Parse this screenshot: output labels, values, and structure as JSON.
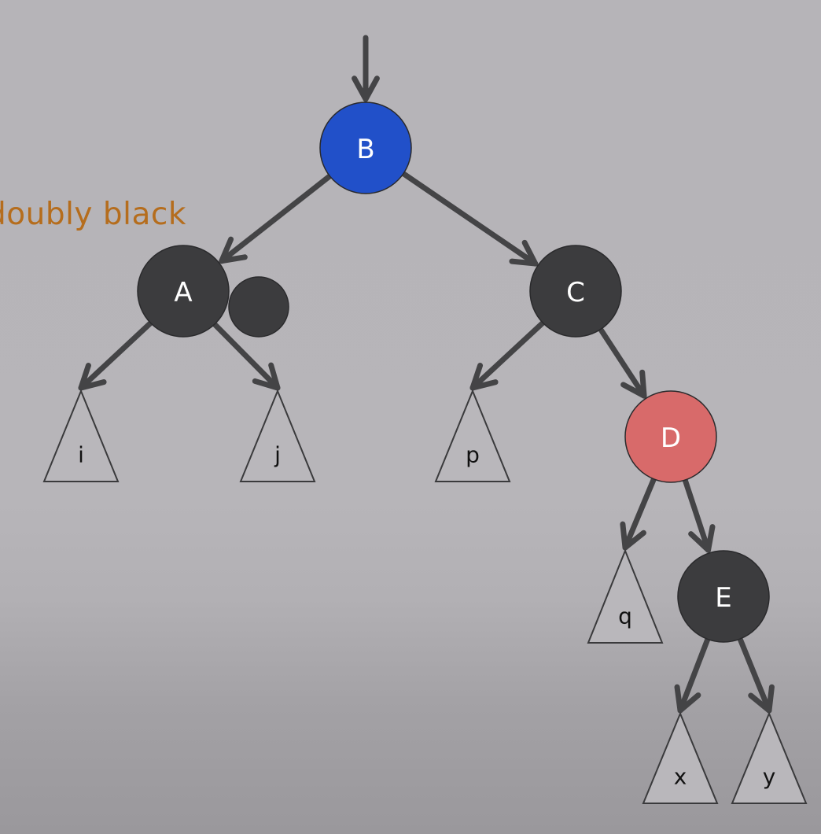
{
  "annotation": "doubly black",
  "colors": {
    "black_node": "#3c3c3e",
    "blue_node": "#2150c9",
    "red_node": "#d86a6a",
    "edge": "#444446",
    "annotation": "#b56d1d"
  },
  "nodes": [
    {
      "id": "B",
      "label": "B",
      "color": "blue"
    },
    {
      "id": "A",
      "label": "A",
      "color": "black",
      "extra_black": true
    },
    {
      "id": "C",
      "label": "C",
      "color": "black"
    },
    {
      "id": "D",
      "label": "D",
      "color": "red"
    },
    {
      "id": "E",
      "label": "E",
      "color": "black"
    }
  ],
  "subtrees": [
    {
      "id": "i",
      "label": "i"
    },
    {
      "id": "j",
      "label": "j"
    },
    {
      "id": "p",
      "label": "p"
    },
    {
      "id": "q",
      "label": "q"
    },
    {
      "id": "x",
      "label": "x"
    },
    {
      "id": "y",
      "label": "y"
    }
  ],
  "edges": [
    {
      "from": "root",
      "to": "B"
    },
    {
      "from": "B",
      "to": "A"
    },
    {
      "from": "B",
      "to": "C"
    },
    {
      "from": "A",
      "to": "i"
    },
    {
      "from": "A",
      "to": "j"
    },
    {
      "from": "C",
      "to": "p"
    },
    {
      "from": "C",
      "to": "D"
    },
    {
      "from": "D",
      "to": "q"
    },
    {
      "from": "D",
      "to": "E"
    },
    {
      "from": "E",
      "to": "x"
    },
    {
      "from": "E",
      "to": "y"
    }
  ]
}
